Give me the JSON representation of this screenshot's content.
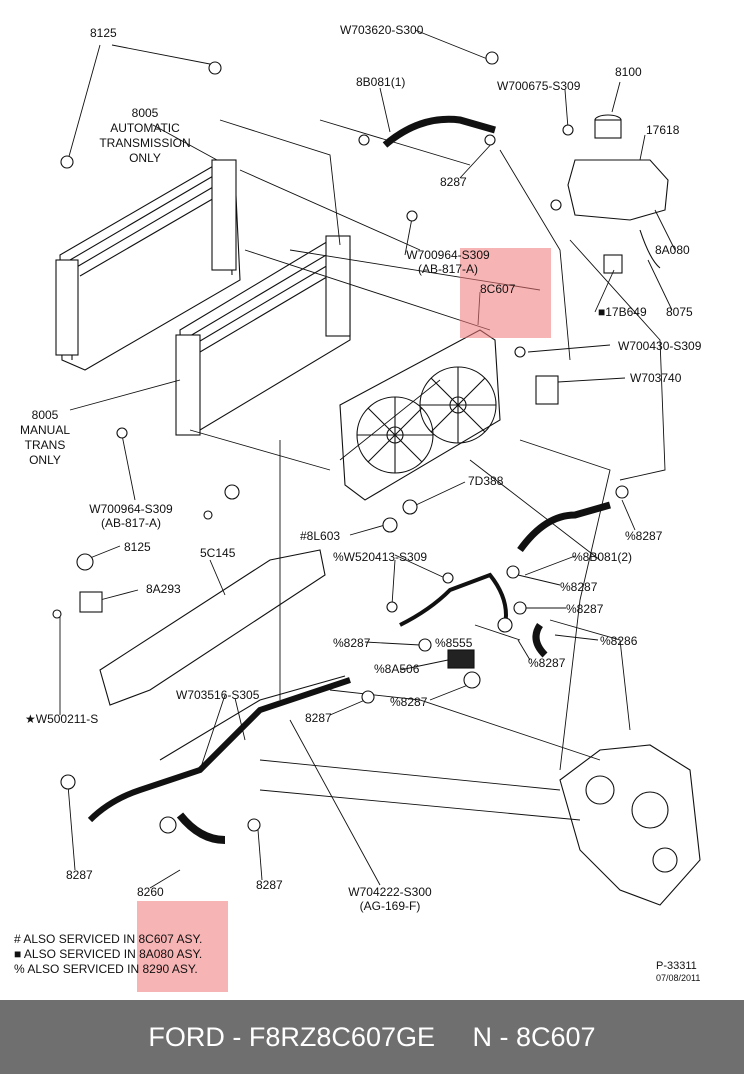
{
  "labels": {
    "l8125_top": "8125",
    "w703620": "W703620-S300",
    "l8b081_1": "8B081(1)",
    "w700675": "W700675-S309",
    "l8100": "8100",
    "l17618": "17618",
    "l8005_auto": [
      "8005",
      "AUTOMATIC",
      "TRANSMISSION",
      "ONLY"
    ],
    "l8287_top": "8287",
    "w700964_top": [
      "W700964-S309",
      "(AB-817-A)"
    ],
    "l8a080": "8A080",
    "l8c607": "8C607",
    "l17b649": "■17B649",
    "l8075": "8075",
    "w700430": "W700430-S309",
    "w703740": "W703740",
    "l8005_manual": [
      "8005",
      "MANUAL",
      "TRANS",
      "ONLY"
    ],
    "l7d388": "7D388",
    "w700964_mid": [
      "W700964-S309",
      "(AB-817-A)"
    ],
    "p8287_right": "%8287",
    "h8l603": "#8L603",
    "l8125_mid": "8125",
    "l5c145": "5C145",
    "w520413": "%W520413-S309",
    "p8b081_2": "%8B081(2)",
    "l8a293": "8A293",
    "p8287_a": "%8287",
    "p8287_b": "%8287",
    "p8287_c": "%8287",
    "p8555": "%8555",
    "p8286": "%8286",
    "p8287_d": "%8287",
    "p8a506": "%8A506",
    "p8287_e": "%8287",
    "w500211": "★W500211-S",
    "w703516": "W703516-S305",
    "l8287_mid": "8287",
    "l8287_bl": "8287",
    "l8260": "8260",
    "l8287_bm": "8287",
    "w704222": [
      "W704222-S300",
      "(AG-169-F)"
    ]
  },
  "notes": [
    "# ALSO SERVICED IN 8C607 ASY.",
    "■ ALSO SERVICED IN 8A080 ASY.",
    "% ALSO SERVICED IN 8290 ASY."
  ],
  "ref": {
    "code": "P-33311",
    "date": "07/08/2011"
  },
  "footer": {
    "brand_part": "FORD - F8RZ8C607GE",
    "number": "N - 8C607"
  },
  "colors": {
    "highlight": "#f07777",
    "footer_bg": "#6f6f6f"
  }
}
